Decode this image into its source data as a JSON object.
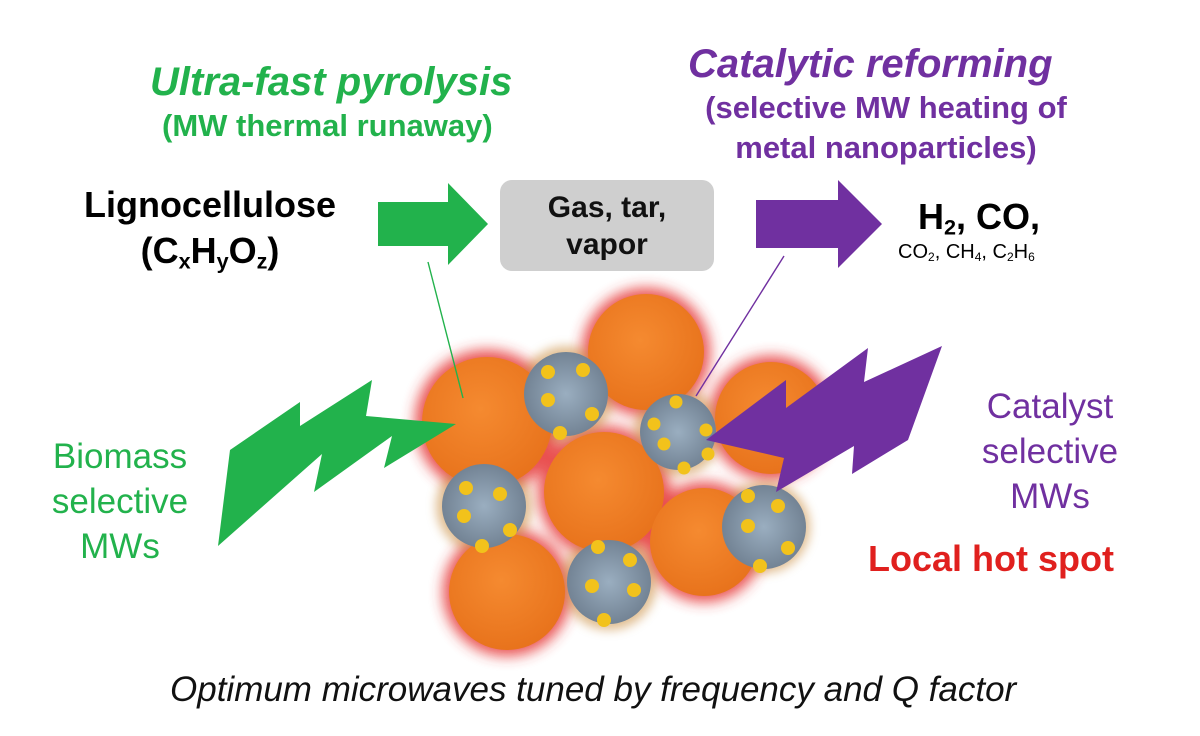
{
  "pyrolysis": {
    "title": "Ultra-fast pyrolysis",
    "subtitle": "(MW thermal runaway)",
    "color": "#22b24c"
  },
  "reforming": {
    "title": "Catalytic reforming",
    "subtitle_line1": "(selective MW heating of",
    "subtitle_line2": "metal nanoparticles)",
    "color": "#7030a0"
  },
  "feedstock": {
    "name": "Lignocellulose",
    "formula": {
      "open": "(",
      "c": "C",
      "x": "x",
      "h": "H",
      "y": "y",
      "o": "O",
      "z": "z",
      "close": ")"
    }
  },
  "intermediate": {
    "line1": "Gas, tar,",
    "line2": "vapor"
  },
  "products": {
    "main": {
      "h": "H",
      "h_sub": "2",
      "rest": ", CO,"
    },
    "minor": {
      "co": "CO",
      "co_sub": "2",
      "sep1": ", ",
      "ch": "CH",
      "ch_sub": "4",
      "sep2": ", ",
      "c": "C",
      "c_sub": "2",
      "h": "H",
      "h_sub": "6"
    }
  },
  "biomass_label": [
    "Biomass",
    "selective",
    "MWs"
  ],
  "catalyst_label": [
    "Catalyst",
    "selective",
    "MWs"
  ],
  "hot_spot": "Local hot spot",
  "caption": "Optimum microwaves tuned by frequency and Q factor",
  "colors": {
    "biomass_particle": "#ef7d22",
    "glow": "#e53030",
    "catalyst_particle": "#8a9cad",
    "nanoparticle": "#f2c21b",
    "intermediate_box": "#cfcfcf",
    "hot_spot": "#e0201e"
  }
}
